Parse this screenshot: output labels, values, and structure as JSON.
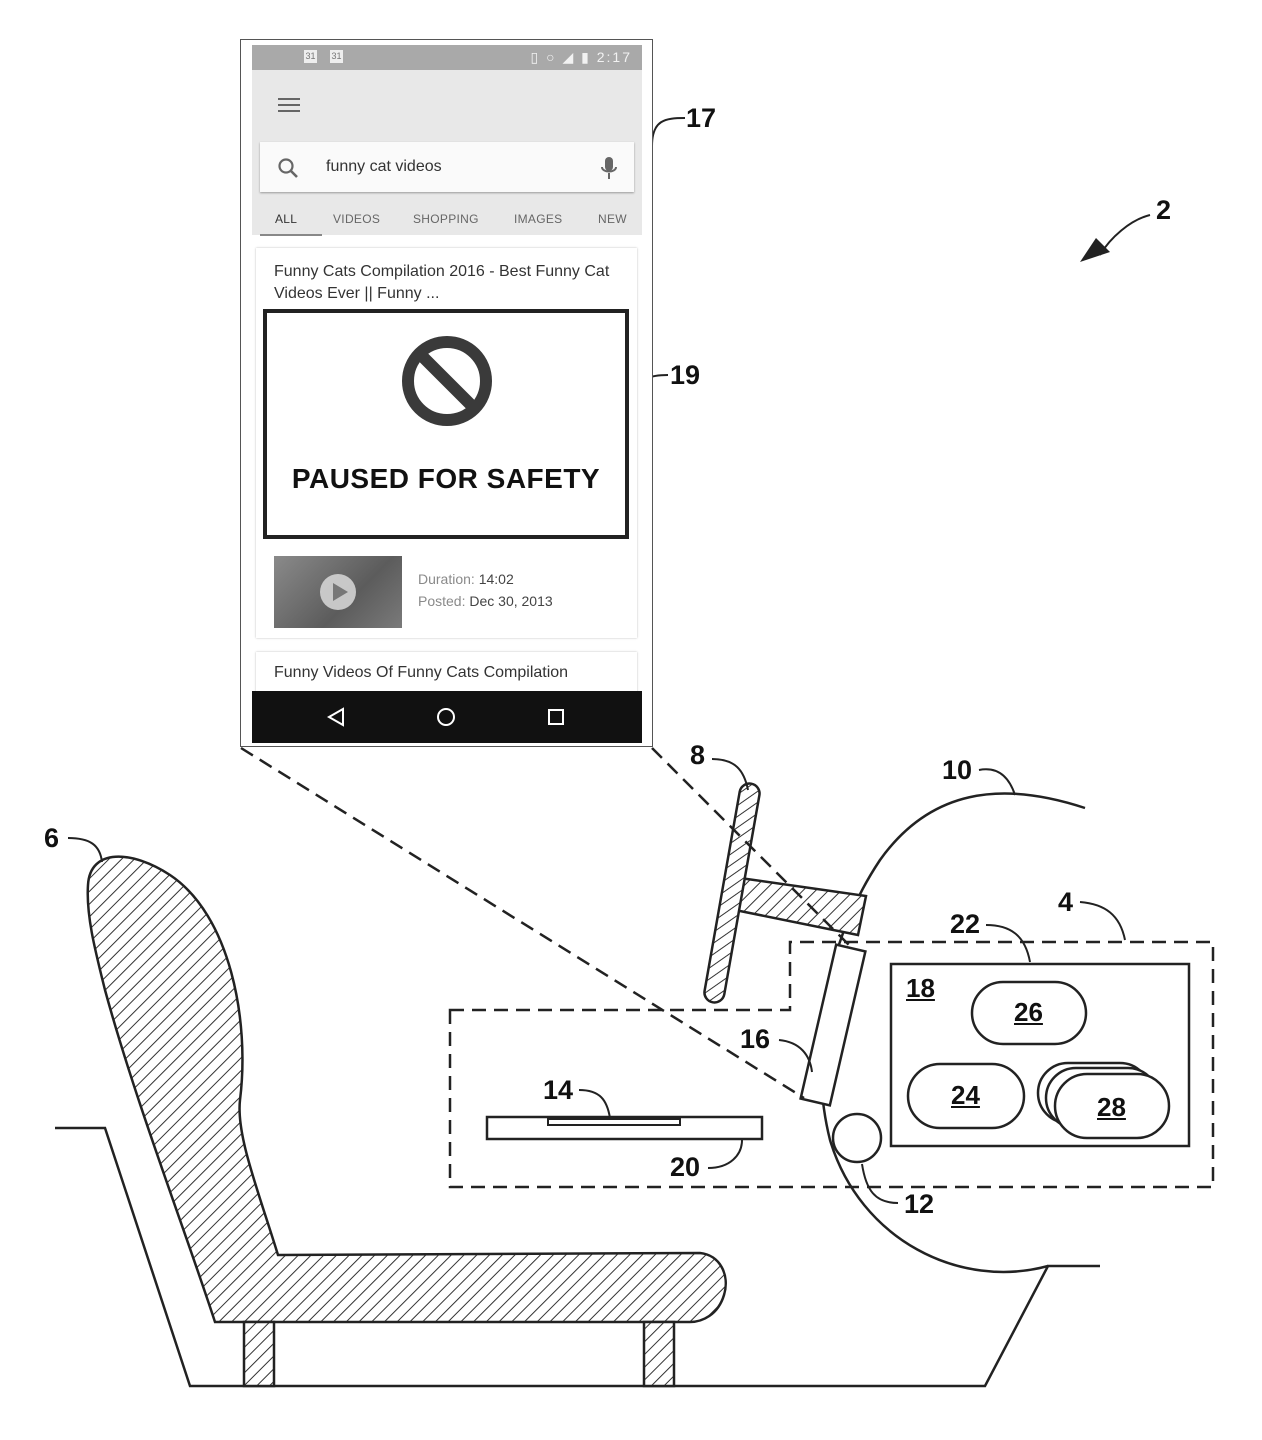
{
  "figure": {
    "refs": {
      "figure": "2",
      "computing_device": "4",
      "seat": "6",
      "steering_wheel": "8",
      "dashboard": "10",
      "sensor": "12",
      "device": "14",
      "display": "16",
      "phone_screen": "17",
      "box_18": "18",
      "video_area": "19",
      "box_20": "20",
      "box_22": "22",
      "box_24": "24",
      "box_26": "26",
      "box_28": "28"
    }
  },
  "phone": {
    "status": {
      "time": "2:17",
      "icon_a": "31",
      "icon_b": "31"
    },
    "search": {
      "query": "funny cat videos"
    },
    "tabs": [
      "ALL",
      "VIDEOS",
      "SHOPPING",
      "IMAGES",
      "NEW"
    ],
    "result": {
      "title": "Funny Cats Compilation 2016 - Best Funny Cat Videos Ever || Funny ...",
      "paused_label": "PAUSED FOR SAFETY",
      "duration_label": "Duration:",
      "duration_value": "14:02",
      "posted_label": "Posted:",
      "posted_value": "Dec 30, 2013"
    },
    "next_result": {
      "title": "Funny Videos Of Funny Cats Compilation"
    },
    "icons": {
      "menu": "menu-icon",
      "search": "search-icon",
      "mic": "mic-icon",
      "prohibited": "no-symbol-icon",
      "play": "play-icon",
      "back": "back-icon",
      "home": "home-icon",
      "recents": "recents-icon"
    }
  }
}
